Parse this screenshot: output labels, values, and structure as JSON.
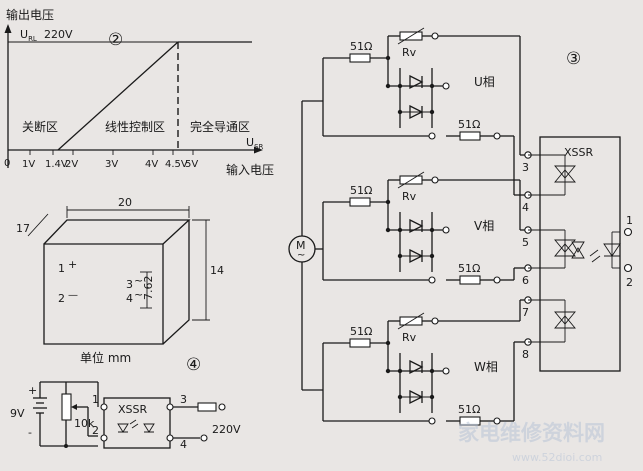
{
  "graph": {
    "panel_number": "②",
    "y_axis_label": "输出电压",
    "level_label": "U",
    "level_sub": "RL",
    "level_value": "220V",
    "x_axis_label": "输入电压",
    "x_symbol": "U",
    "x_symbol_sub": "SR",
    "origin": "0",
    "x_ticks": [
      "1V",
      "1.4V",
      "2V",
      "3V",
      "4V",
      "4.5V",
      "5V"
    ],
    "region_off": "关断区",
    "region_linear": "线性控制区",
    "region_full": "完全导通区"
  },
  "package": {
    "dim_length": "20",
    "dim_depth": "17",
    "dim_height": "14",
    "dim_pitch": "7.62",
    "pin_labels": [
      "1",
      "2",
      "3",
      "4"
    ],
    "pin_marks": [
      "+",
      "—",
      "~",
      "~"
    ],
    "unit_label": "单位 mm"
  },
  "test_circuit": {
    "panel_number": "④",
    "battery_label": "9V",
    "pot_label": "10k",
    "plus_mark": "+",
    "minus_mark": "-",
    "ssr_label": "XSSR",
    "pins": [
      "1",
      "2",
      "3",
      "4"
    ],
    "load_voltage": "220V"
  },
  "motor_circuit": {
    "panel_number": "③",
    "motor_label": "M",
    "motor_symbol": "~",
    "phases": [
      {
        "label": "U相",
        "r1": "51Ω",
        "r2": "51Ω",
        "varistor": "Rv",
        "pins": [
          "3",
          "4"
        ]
      },
      {
        "label": "V相",
        "r1": "51Ω",
        "r2": "51Ω",
        "varistor": "Rv",
        "pins": [
          "5",
          "6"
        ]
      },
      {
        "label": "W相",
        "r1": "51Ω",
        "r2": "51Ω",
        "varistor": "Rv",
        "pins": [
          "7",
          "8"
        ]
      }
    ],
    "ssr_label": "XSSR",
    "input_pins": [
      "1",
      "2"
    ]
  },
  "watermark": {
    "brand": "家电维修资料网",
    "url": "www.52dioi.com"
  }
}
